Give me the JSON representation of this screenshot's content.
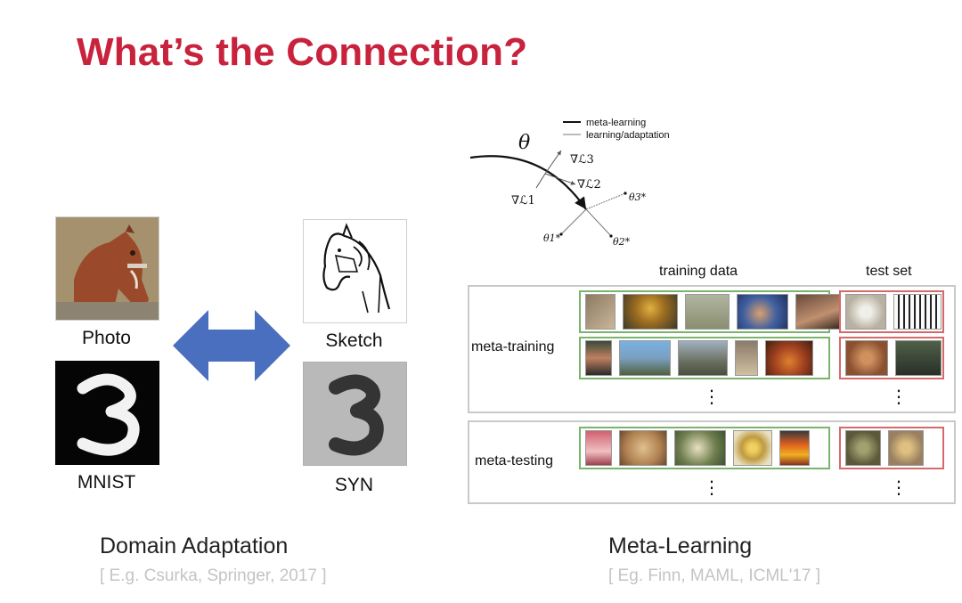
{
  "slide": {
    "title": "What’s the Connection?"
  },
  "domain_adaptation": {
    "images": [
      {
        "label": "Photo",
        "icon": "horse-photo-icon"
      },
      {
        "label": "MNIST",
        "icon": "digit-three-mnist-icon"
      },
      {
        "label": "Sketch",
        "icon": "horse-sketch-icon"
      },
      {
        "label": "SYN",
        "icon": "digit-three-syn-icon"
      }
    ],
    "arrow_icon": "double-arrow-icon",
    "arrow_color": "#4a6fbe",
    "heading": "Domain Adaptation",
    "citation": "[ E.g. Csurka, Springer, 2017 ]"
  },
  "meta_learning": {
    "diagram": {
      "theta": "θ",
      "grad_labels": [
        "∇ℒ1",
        "∇ℒ2",
        "∇ℒ3"
      ],
      "theta_star_labels": [
        "θ1*",
        "θ2*",
        "θ3*"
      ],
      "legend": [
        "meta-learning",
        "learning/adaptation"
      ]
    },
    "columns": {
      "training": "training data",
      "test": "test set"
    },
    "rows": {
      "meta_training": "meta-training",
      "meta_testing": "meta-testing"
    },
    "ellipsis": "⋮",
    "heading": "Meta-Learning",
    "citation": "[ Eg. Finn, MAML, ICML'17 ]",
    "colors": {
      "train_border": "#7bb36d",
      "test_border": "#d46a6a"
    }
  }
}
